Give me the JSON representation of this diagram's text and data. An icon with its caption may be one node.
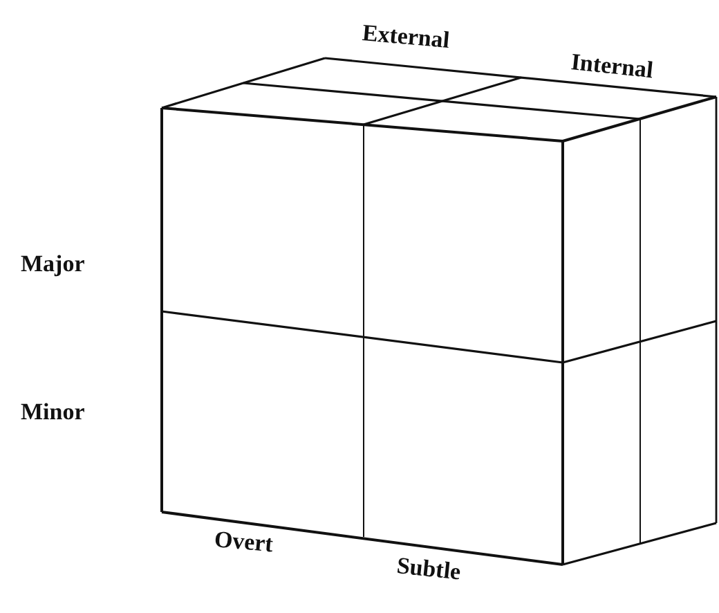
{
  "diagram": {
    "labels": [
      "External",
      "Internal",
      "Major",
      "Minor",
      "Overt",
      "Subtle"
    ]
  }
}
